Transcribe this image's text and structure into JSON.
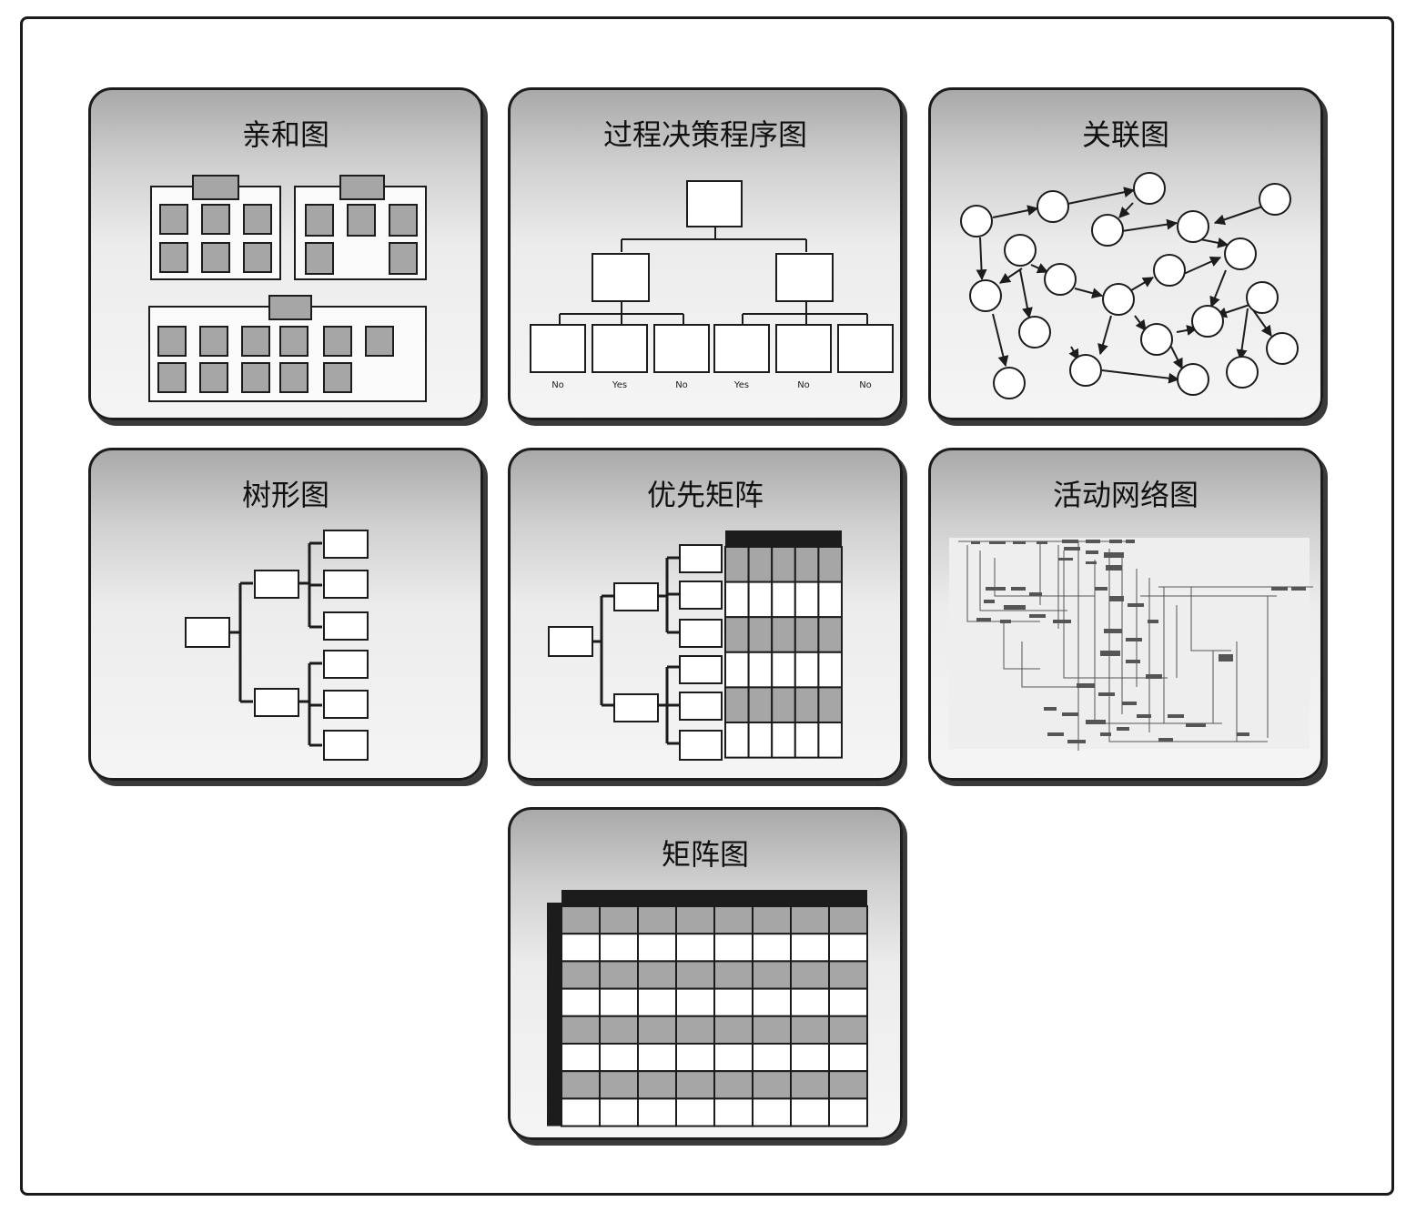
{
  "cards": [
    {
      "id": "affinity",
      "title": "亲和图"
    },
    {
      "id": "pdpc",
      "title": "过程决策程序图",
      "leaf_labels": [
        "No",
        "Yes",
        "No",
        "Yes",
        "No",
        "No"
      ]
    },
    {
      "id": "interrelationship",
      "title": "关联图"
    },
    {
      "id": "tree",
      "title": "树形图"
    },
    {
      "id": "prioritization",
      "title": "优先矩阵"
    },
    {
      "id": "activity-network",
      "title": "活动网络图"
    },
    {
      "id": "matrix",
      "title": "矩阵图"
    }
  ],
  "colors": {
    "frame": "#1a1a1a",
    "card_header": "#a9a9a9",
    "shaded_cell": "#a6a6a6",
    "line": "#1c1c1c"
  }
}
